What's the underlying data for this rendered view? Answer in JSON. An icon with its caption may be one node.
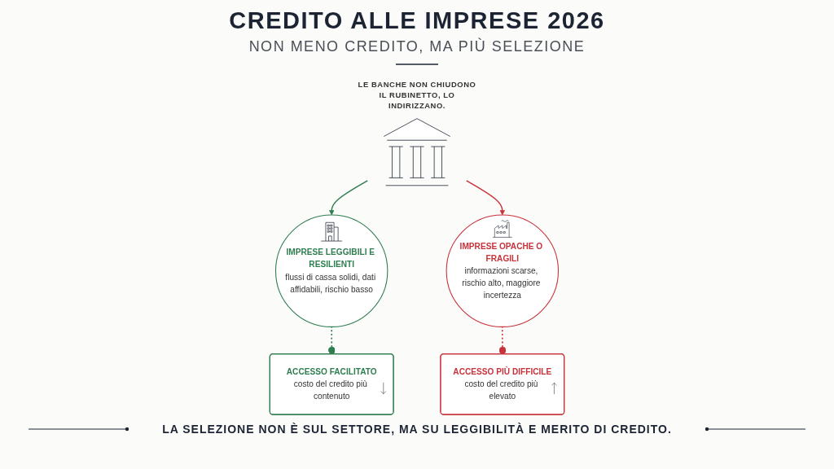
{
  "diagram": {
    "title": "CREDITO ALLE IMPRESE 2026",
    "nodes": [
      {
        "text": [
          "IMPRESE LEGGIBILI E RESILIENTI",
          "flussi di cassa solidi, dati affidabili, rischio basso"
        ]
      },
      {
        "text": [],
        "shape": "picture",
        "beside": [
          "LE BANCHE NON CHIUDONO IL RUBINETTO, LO INDIRIZZANO."
        ]
      },
      {
        "text": [
          "IMPRESE OPACHE O FRAGILI",
          "informazioni scarse, rischio alto, maggiore incertezza"
        ]
      },
      {
        "text": [
          "ACCESSO FACILITATO",
          "costo del credito più contenuto"
        ]
      },
      {
        "text": [
          "ACCESSO PIÙ DIFFICILE",
          "costo del credito più elevato"
        ]
      }
    ],
    "edges": [
      {
        "from": 1,
        "to": 0,
        "arrow": "to",
        "color": "#2e7d4f"
      },
      {
        "from": 1,
        "to": 2,
        "arrow": "to",
        "color": "#c8323a"
      },
      {
        "from": 0,
        "to": 3,
        "arrow": "other",
        "style": "dashed",
        "color": "#2e7d4f"
      },
      {
        "from": 2,
        "to": 4,
        "arrow": "other",
        "style": "dashed",
        "color": "#c8323a"
      }
    ],
    "labels": [
      "NON MENO CREDITO, MA PIÙ SELEZIONE",
      "LA SELEZIONE NON È SUL SETTORE, MA SU LEGGIBILITÀ E MERITO DI CREDITO."
    ]
  }
}
